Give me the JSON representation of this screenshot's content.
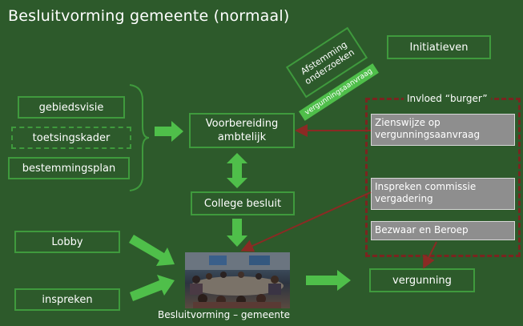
{
  "title": "Besluitvorming gemeente (normaal)",
  "inputs": {
    "gebiedsvisie": "gebiedsvisie",
    "toetsingskader": "toetsingskader",
    "bestemmingsplan": "bestemmingsplan"
  },
  "process": {
    "voorbereiding_line1": "Voorbereiding",
    "voorbereiding_line2": "ambtelijk",
    "college": "College besluit",
    "initiatieven": "Initiatieven"
  },
  "afstemming": {
    "line1": "Afstemming",
    "line2": "onderzoeken",
    "label": "vergunningsaanvraag"
  },
  "left_inputs": {
    "lobby": "Lobby",
    "inspreken": "inspreken"
  },
  "influence": {
    "title": "Invloed “burger”",
    "zienswijze": "Zienswijze op vergunningsaanvraag",
    "inspreken_commissie": "Inspreken commissie vergadering",
    "bezwaar": "Bezwaar en Beroep"
  },
  "outcome": {
    "caption": "Besluitvorming – gemeente",
    "vergunning": "vergunning"
  },
  "colors": {
    "background": "#2d5a2b",
    "box_border": "#3f9a3d",
    "arrow": "#4fbf4a",
    "influence_border": "#7a2520",
    "influence_arrow": "#8b2a24",
    "gray_box": "#8e8e8e"
  }
}
